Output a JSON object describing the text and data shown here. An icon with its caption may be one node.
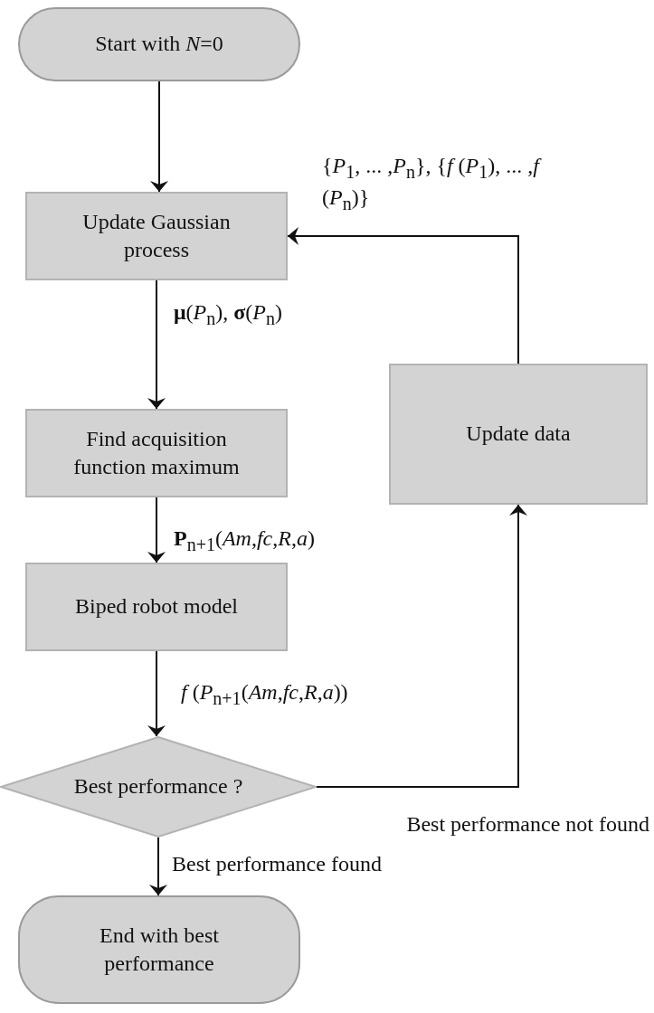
{
  "diagram": {
    "nodes": [
      {
        "text": [
          "Start with *N*=0"
        ]
      },
      {
        "text": [
          "Update Gaussian process"
        ]
      },
      {
        "text": [
          "Find acquisition function maximum"
        ]
      },
      {
        "text": [
          "Biped robot model"
        ]
      },
      {
        "text": [
          "Best performance ?"
        ]
      },
      {
        "text": [
          "End with best performance"
        ]
      },
      {
        "text": [
          "Update data"
        ]
      }
    ],
    "edges": [
      {
        "from": 0,
        "to": 1,
        "arrow": "to"
      },
      {
        "from": 1,
        "to": 2,
        "arrow": "to",
        "label": "**μ**(*P*$_{n}$), **σ**(*P*$_{n}$)"
      },
      {
        "from": 2,
        "to": 3,
        "arrow": "to",
        "label": "**P**$_{n+1}$(*Am*,*fc*,*R*,*a*)"
      },
      {
        "from": 3,
        "to": 4,
        "arrow": "to",
        "label": "*f* (*P*$_{n+1}$(*Am*,*fc*,*R*,*a*))"
      },
      {
        "from": 4,
        "to": 5,
        "arrow": "to",
        "label": "Best performance found"
      },
      {
        "from": 4,
        "to": 6,
        "arrow": "to",
        "label": "Best performance not found"
      },
      {
        "from": 6,
        "to": 1,
        "arrow": "to",
        "label": "{*P*$_{1}$, ... ,*P*$_{n}$}, {*f* (*P*$_{1}$), ... ,*f* (*P*$_{n}$)}"
      }
    ]
  }
}
